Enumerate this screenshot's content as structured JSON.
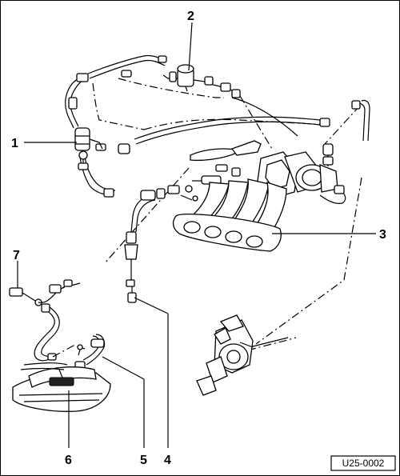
{
  "figure": {
    "code": "U25-0002"
  },
  "callouts": [
    {
      "label": "1"
    },
    {
      "label": "2"
    },
    {
      "label": "3"
    },
    {
      "label": "4"
    },
    {
      "label": "5"
    },
    {
      "label": "6"
    },
    {
      "label": "7"
    }
  ]
}
